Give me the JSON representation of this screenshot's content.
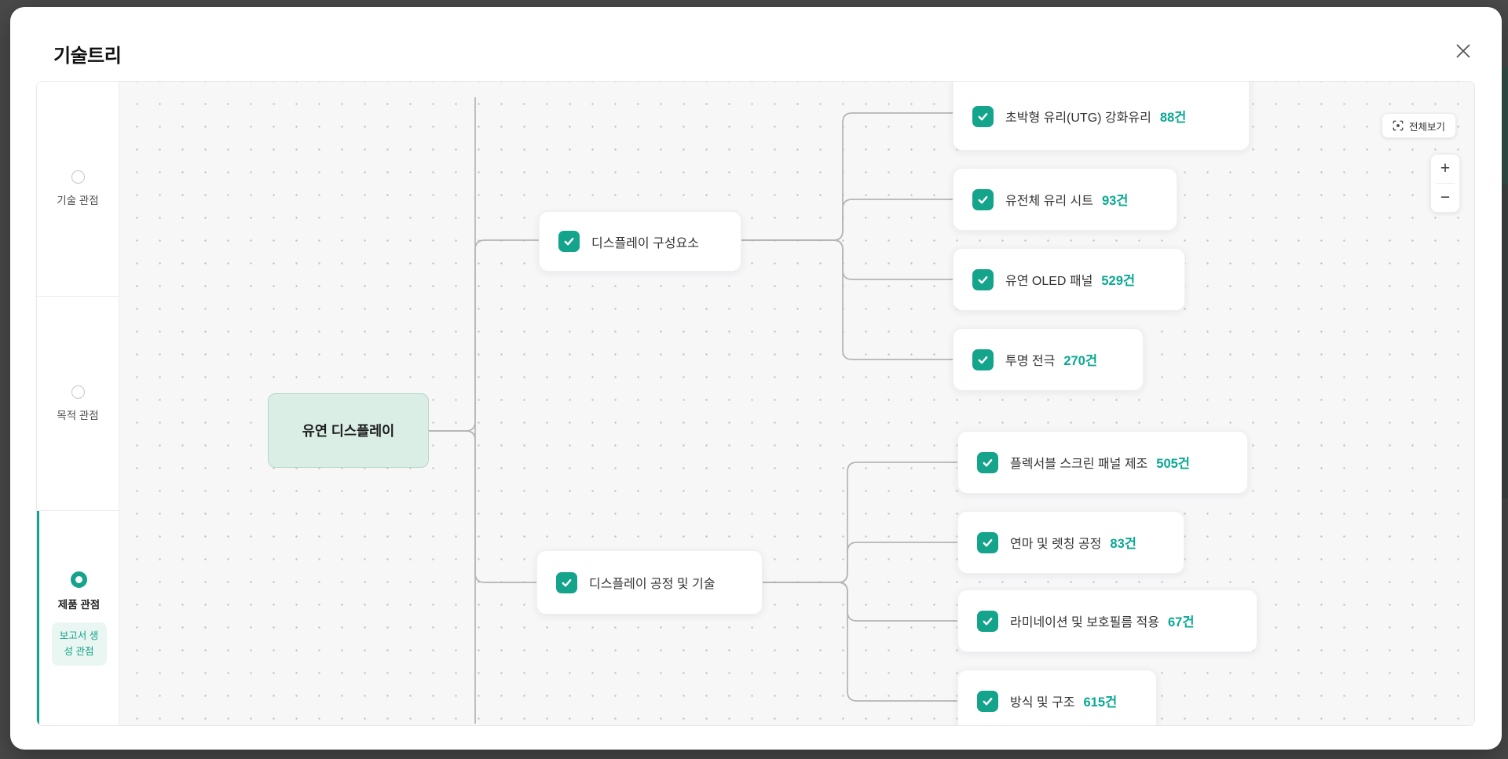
{
  "modal": {
    "title": "기술트리"
  },
  "sidebar": {
    "items": [
      {
        "label": "기술 관점",
        "selected": false
      },
      {
        "label": "목적 관점",
        "selected": false
      },
      {
        "label": "제품 관점",
        "selected": true,
        "badge": "보고서 생성 관점"
      }
    ]
  },
  "toolbar": {
    "fit_view_label": "전체보기",
    "zoom_in": "+",
    "zoom_out": "−"
  },
  "tree": {
    "root": {
      "label": "유연 디스플레이"
    },
    "branches": [
      {
        "label": "디스플레이 구성요소",
        "checked": true,
        "children": [
          {
            "label": "초박형 유리(UTG) 강화유리",
            "count": "88건",
            "checked": true
          },
          {
            "label": "유전체 유리 시트",
            "count": "93건",
            "checked": true
          },
          {
            "label": "유연 OLED 패널",
            "count": "529건",
            "checked": true
          },
          {
            "label": "투명 전극",
            "count": "270건",
            "checked": true
          }
        ]
      },
      {
        "label": "디스플레이 공정 및 기술",
        "checked": true,
        "children": [
          {
            "label": "플렉서블 스크린 패널 제조",
            "count": "505건",
            "checked": true
          },
          {
            "label": "연마 및 렛칭 공정",
            "count": "83건",
            "checked": true
          },
          {
            "label": "라미네이션 및 보호필름 적용",
            "count": "67건",
            "checked": true
          },
          {
            "label": "방식 및 구조",
            "count": "615건",
            "checked": true
          }
        ]
      }
    ]
  },
  "colors": {
    "accent": "#14a38b",
    "count_text": "#0aa892",
    "root_bg": "#daeee6",
    "edge": "#b5b5b7"
  }
}
